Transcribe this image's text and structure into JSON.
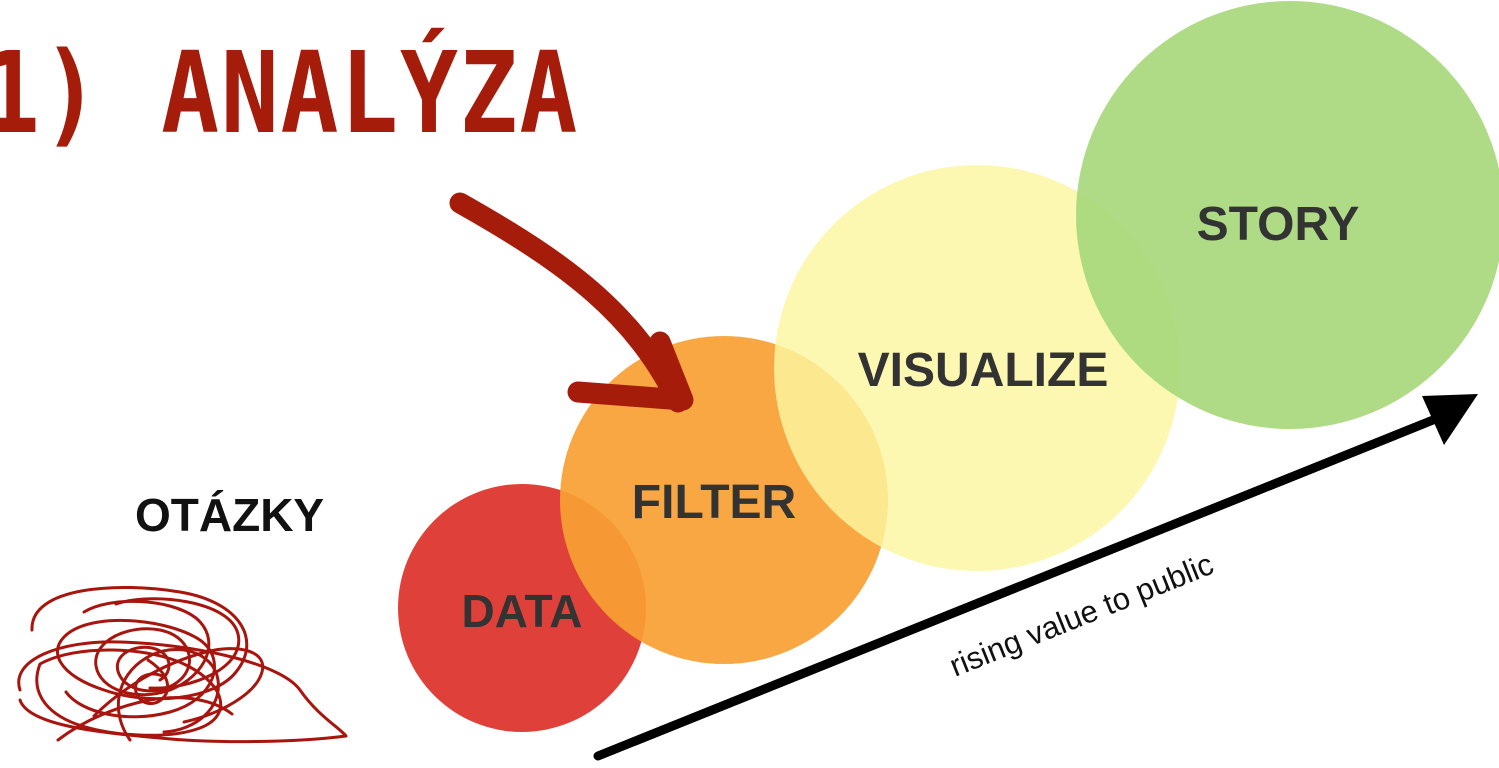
{
  "title": "1) ANALÝZA",
  "side_label": "OTÁZKY",
  "stages": [
    {
      "label": "DATA",
      "color": "#e0403a"
    },
    {
      "label": "FILTER",
      "color": "#f7a034"
    },
    {
      "label": "VISUALIZE",
      "color": "#fbf7a0"
    },
    {
      "label": "STORY",
      "color": "#a8d87c"
    }
  ],
  "axis_label": "rising value to public",
  "accent_color": "#a61c0b",
  "icons": {
    "pointer": "curved-arrow-icon",
    "tangle": "scribble-icon"
  }
}
